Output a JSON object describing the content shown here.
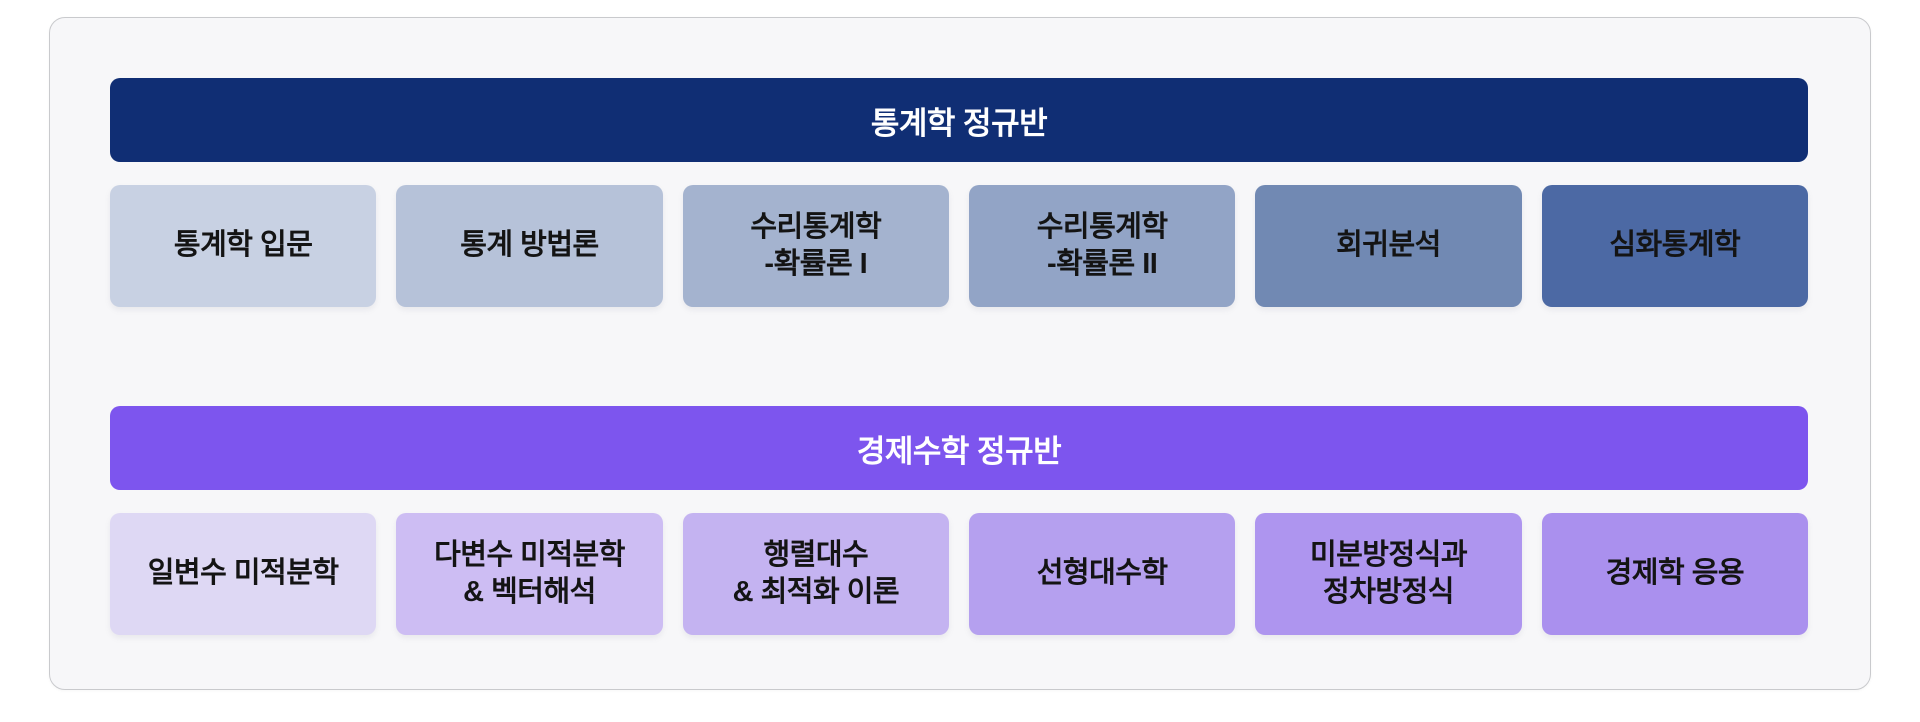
{
  "page": {
    "background": "#ffffff",
    "card_background": "#f7f7f9",
    "card_border_color": "#c9cacd",
    "box_text_color": "#141414"
  },
  "sections": [
    {
      "id": "statistics",
      "title": "통계학 정규반",
      "header_color": "#102e74",
      "header_text_color": "#ffffff",
      "courses": [
        {
          "lines": [
            "통계학 입문"
          ],
          "color": "#c8d1e3"
        },
        {
          "lines": [
            "통계 방법론"
          ],
          "color": "#b6c2d9"
        },
        {
          "lines": [
            "수리통계학",
            "-확률론 I"
          ],
          "color": "#a4b3cf"
        },
        {
          "lines": [
            "수리통계학",
            "-확률론 II"
          ],
          "color": "#92a4c6"
        },
        {
          "lines": [
            "회귀분석"
          ],
          "color": "#7189b3"
        },
        {
          "lines": [
            "심화통계학"
          ],
          "color": "#4c69a4"
        }
      ]
    },
    {
      "id": "econ-math",
      "title": "경제수학 정규반",
      "header_color": "#7d55ee",
      "header_text_color": "#ffffff",
      "courses": [
        {
          "lines": [
            "일변수 미적분학"
          ],
          "color": "#ded8f4"
        },
        {
          "lines": [
            "다변수 미적분학",
            "& 벡터해석"
          ],
          "color": "#cdbdf3"
        },
        {
          "lines": [
            "행렬대수",
            "& 최적화 이론"
          ],
          "color": "#c4b3f1"
        },
        {
          "lines": [
            "선형대수학"
          ],
          "color": "#b5a0ef"
        },
        {
          "lines": [
            "미분방정식과",
            "정차방정식"
          ],
          "color": "#ae95ef"
        },
        {
          "lines": [
            "경제학 응용"
          ],
          "color": "#aa90ee"
        }
      ]
    }
  ]
}
